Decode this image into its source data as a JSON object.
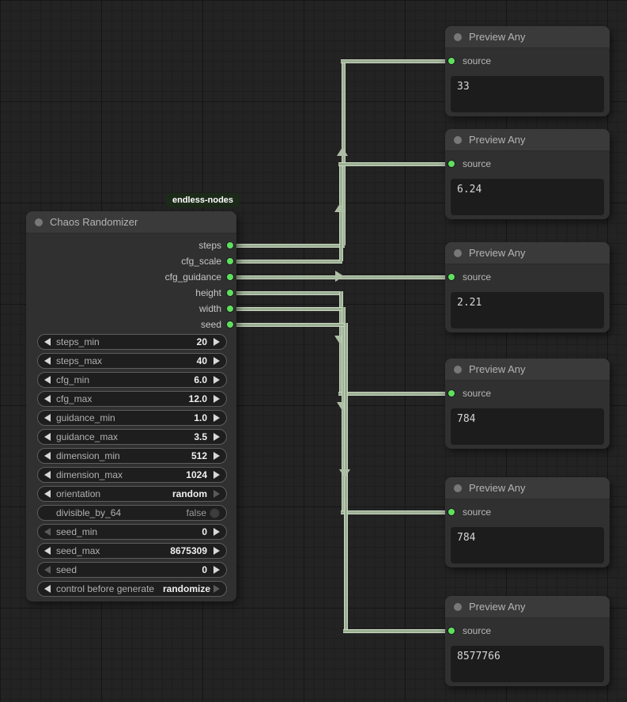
{
  "badge": {
    "label": "endless-nodes"
  },
  "chaos_node": {
    "title": "Chaos Randomizer",
    "outputs": [
      "steps",
      "cfg_scale",
      "cfg_guidance",
      "height",
      "width",
      "seed"
    ],
    "widgets": [
      {
        "label": "steps_min",
        "value": "20"
      },
      {
        "label": "steps_max",
        "value": "40"
      },
      {
        "label": "cfg_min",
        "value": "6.0"
      },
      {
        "label": "cfg_max",
        "value": "12.0"
      },
      {
        "label": "guidance_min",
        "value": "1.0"
      },
      {
        "label": "guidance_max",
        "value": "3.5"
      },
      {
        "label": "dimension_min",
        "value": "512"
      },
      {
        "label": "dimension_max",
        "value": "1024"
      },
      {
        "label": "orientation",
        "value": "random"
      },
      {
        "label": "divisible_by_64",
        "value": "false"
      },
      {
        "label": "seed_min",
        "value": "0"
      },
      {
        "label": "seed_max",
        "value": "8675309"
      },
      {
        "label": "seed",
        "value": "0"
      },
      {
        "label": "control before generate",
        "value": "randomize"
      }
    ]
  },
  "preview_nodes": [
    {
      "title": "Preview Any",
      "input_label": "source",
      "value": "33"
    },
    {
      "title": "Preview Any",
      "input_label": "source",
      "value": "6.24"
    },
    {
      "title": "Preview Any",
      "input_label": "source",
      "value": "2.21"
    },
    {
      "title": "Preview Any",
      "input_label": "source",
      "value": "784"
    },
    {
      "title": "Preview Any",
      "input_label": "source",
      "value": "784"
    },
    {
      "title": "Preview Any",
      "input_label": "source",
      "value": "8577766"
    }
  ],
  "colors": {
    "wire": "#9cb093",
    "port_green": "#5ee05e",
    "badge_bg": "#1c2b19",
    "node_bg": "#303030",
    "canvas_bg": "#232323"
  }
}
